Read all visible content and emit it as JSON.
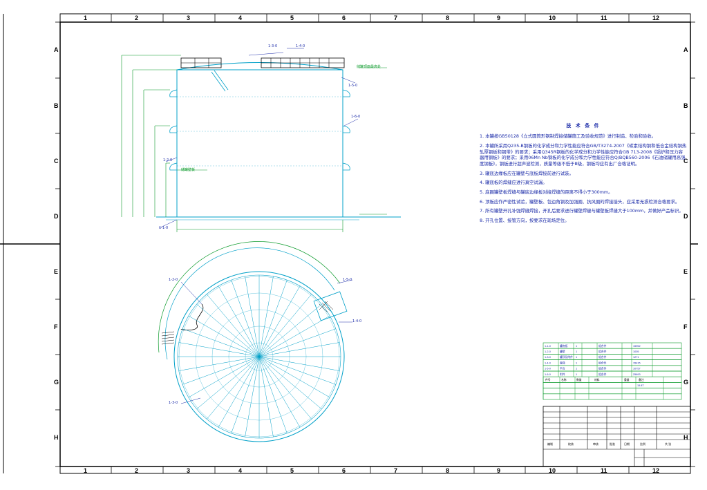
{
  "columns": [
    "1",
    "2",
    "3",
    "4",
    "5",
    "6",
    "7",
    "8",
    "9",
    "10",
    "11",
    "12"
  ],
  "rows": [
    "A",
    "B",
    "C",
    "D",
    "E",
    "F",
    "G",
    "H"
  ],
  "elevation_labels": {
    "t1": "1-3-0",
    "t2": "1-4-0",
    "t3": "1-5-0",
    "t4": "1-6-0",
    "t5": "1-2-0",
    "t6": "1-1-0",
    "roof_note": "储罐顶面最高处",
    "shell": "储罐壁板"
  },
  "plan_labels": {
    "p1": "1-2-0",
    "p2": "1-5-0",
    "p3": "1-4-0",
    "p4": "1-3-0"
  },
  "notes": {
    "title": "技 术 条 件",
    "items": [
      "1. 本罐按GB50128《立式圆筒形钢制焊接储罐施工及验收规范》进行制造、检验和验收。",
      "2. 本罐所采用Q235-B钢板的化学成分和力学性能应符合GB/T3274-2007《碳素结构钢和低合金结构钢热轧厚钢板和钢带》的要求；采用Q345R钢板的化学成分和力学性能应符合GB 713-2008《锅炉和压力容器用钢板》的要求；采用06Mn Nb钢板的化学成分和力学性能应符合Q/BQB560-2006《石油储罐用高强度钢板》，钢板进行超声波检测，质量等级不低于Ⅲ级，钢板均应有出厂合格证明。",
      "3. 罐底边缘板应在罐壁与底板焊接前进行试装。",
      "4. 罐底板的焊缝应进行真空试漏。",
      "5. 底圈罐壁板焊缝与罐底边缘板对接焊缝的距离不得小于300mm。",
      "6. 顶板应作严密性试验，罐壁板、包边角钢及加强圈、抗风圈的焊接接头，应采用无损检测合格要求。",
      "7. 所有罐壁开孔补强焊缝焊接，开孔后要求进行罐壁焊缝与罐壁板焊缝大于100mm，并做好产品标识。",
      "8. 开孔位置、接管方向，按要求在现场定位。"
    ]
  },
  "title_block": {
    "parts": [
      {
        "no": "1-1-0",
        "name": "罐底板",
        "qty": "1",
        "mat": "组合件",
        "wt": "15952"
      },
      {
        "no": "1-2-0",
        "name": "罐壁",
        "qty": "1",
        "mat": "组合件",
        "wt": "1005"
      },
      {
        "no": "1-3-0",
        "name": "罐顶及附件",
        "qty": "1",
        "mat": "组合件",
        "wt": "1271"
      },
      {
        "no": "1-4-0",
        "name": "盘梯",
        "qty": "1",
        "mat": "组合件",
        "wt": "15415"
      },
      {
        "no": "1-5-0",
        "name": "平台",
        "qty": "1",
        "mat": "组合件",
        "wt": "10757"
      },
      {
        "no": "1-6-0",
        "name": "附件",
        "qty": "1",
        "mat": "组合件",
        "wt": "25693"
      }
    ],
    "hdr": [
      "件号",
      "名称",
      "数量",
      "材料",
      "重量",
      "备注"
    ],
    "total": "15.8T"
  }
}
